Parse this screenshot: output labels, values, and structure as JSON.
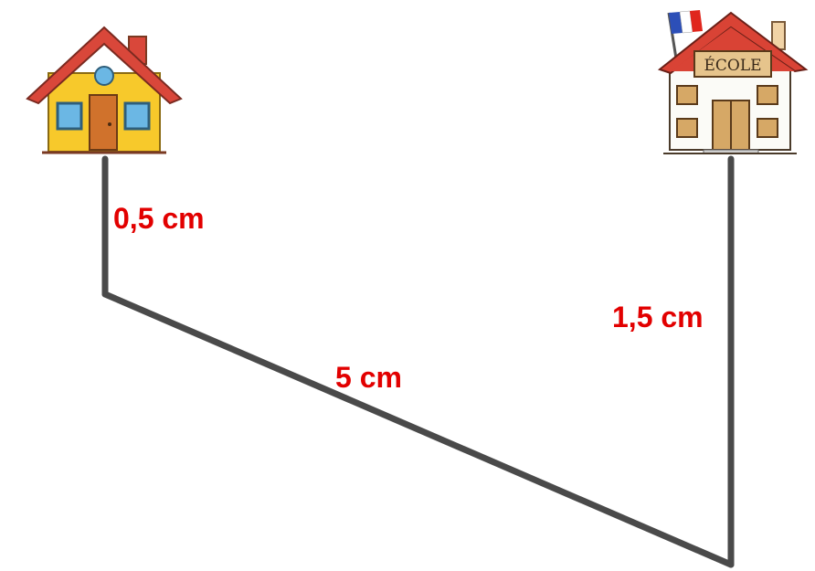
{
  "colors": {
    "path": "#4a4a4a",
    "label": "#e20000",
    "house_wall": "#f7c92b",
    "house_roof": "#d9473a",
    "school_roof": "#d94335",
    "school_wall": "#fbfbf7",
    "flag_blue": "#2c4fb8",
    "flag_red": "#e0261d"
  },
  "icons": {
    "home": "house-icon",
    "school": "school-icon",
    "flag": "french-flag-icon"
  },
  "school_sign": "ÉCOLE",
  "segments": {
    "left_label": "0,5 cm",
    "middle_label": "5 cm",
    "right_label": "1,5 cm"
  }
}
